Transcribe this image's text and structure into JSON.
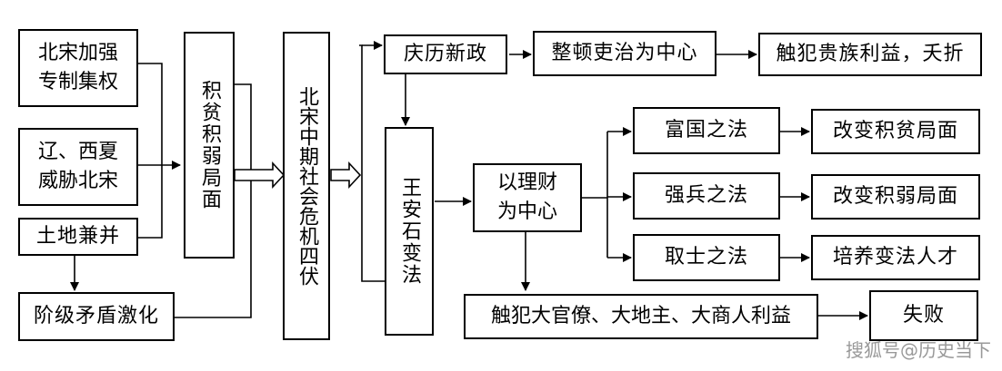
{
  "nodes": {
    "centralization": [
      "北宋加强",
      "专制集权"
    ],
    "liao_xixia": [
      "辽、西夏",
      "威胁北宋"
    ],
    "land_annex": "土地兼并",
    "class_conflict": "阶级矛盾激化",
    "poor_weak": "积贫积弱局面",
    "crisis": "北宋中期社会危机四伏",
    "qingli": "庆历新政",
    "wang_anshi": "王安石变法",
    "rectify": "整顿吏治为中心",
    "noble_interest": "触犯贵族利益，夭折",
    "finance": [
      "以理财",
      "为中心"
    ],
    "rich_law": "富国之法",
    "army_law": "强兵之法",
    "talent_law": "取士之法",
    "change_poor": "改变积贫局面",
    "change_weak": "改变积弱局面",
    "train_talent": "培养变法人才",
    "offend": "触犯大官僚、大地主、大商人利益",
    "failure": "失败"
  },
  "watermark": "搜狐号@历史当下"
}
